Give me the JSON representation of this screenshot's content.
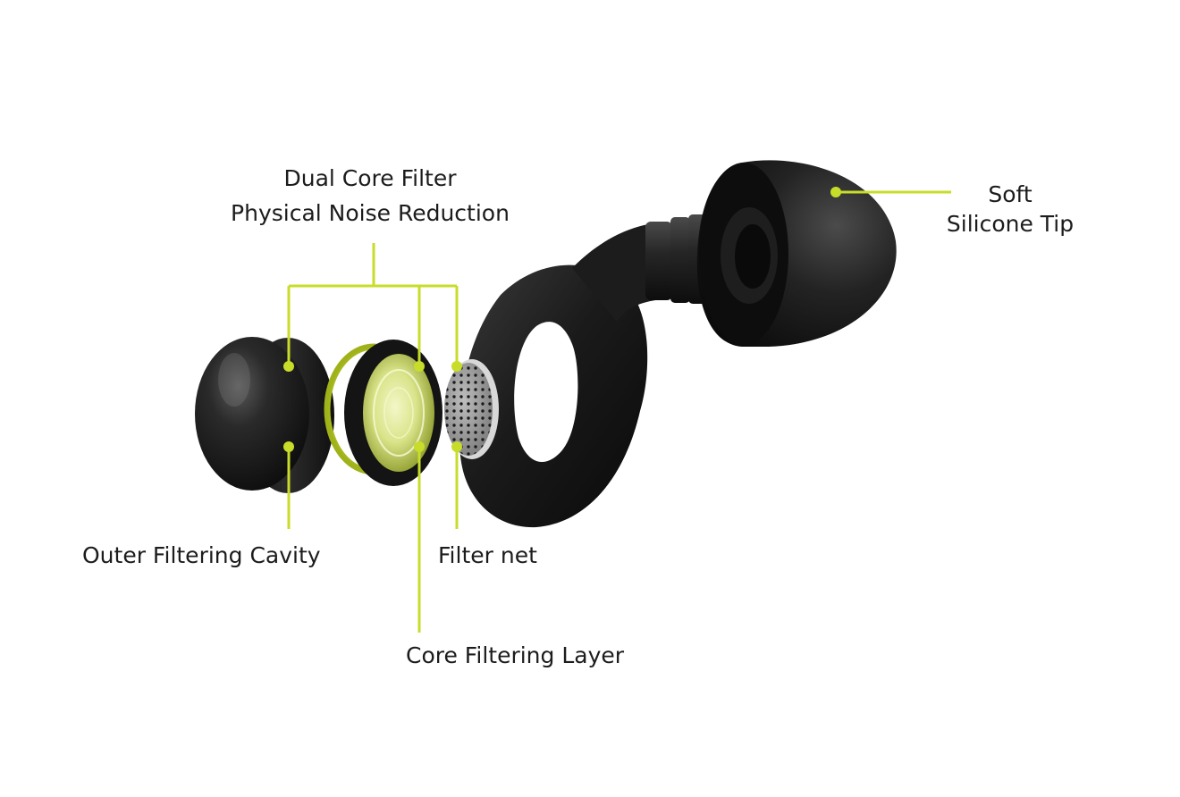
{
  "labels": {
    "dual_core_title": "Dual Core Filter",
    "dual_core_subtitle": "Physical Noise Reduction",
    "soft_tip_line1": "Soft",
    "soft_tip_line2": "Silicone Tip",
    "outer_cavity": "Outer Filtering Cavity",
    "filter_net": "Filter net",
    "core_layer": "Core Filtering Layer"
  },
  "colors": {
    "accent": "#c8dc2a",
    "product": "#1b1b1b",
    "text": "#1c1c1c",
    "background": "#ffffff"
  }
}
